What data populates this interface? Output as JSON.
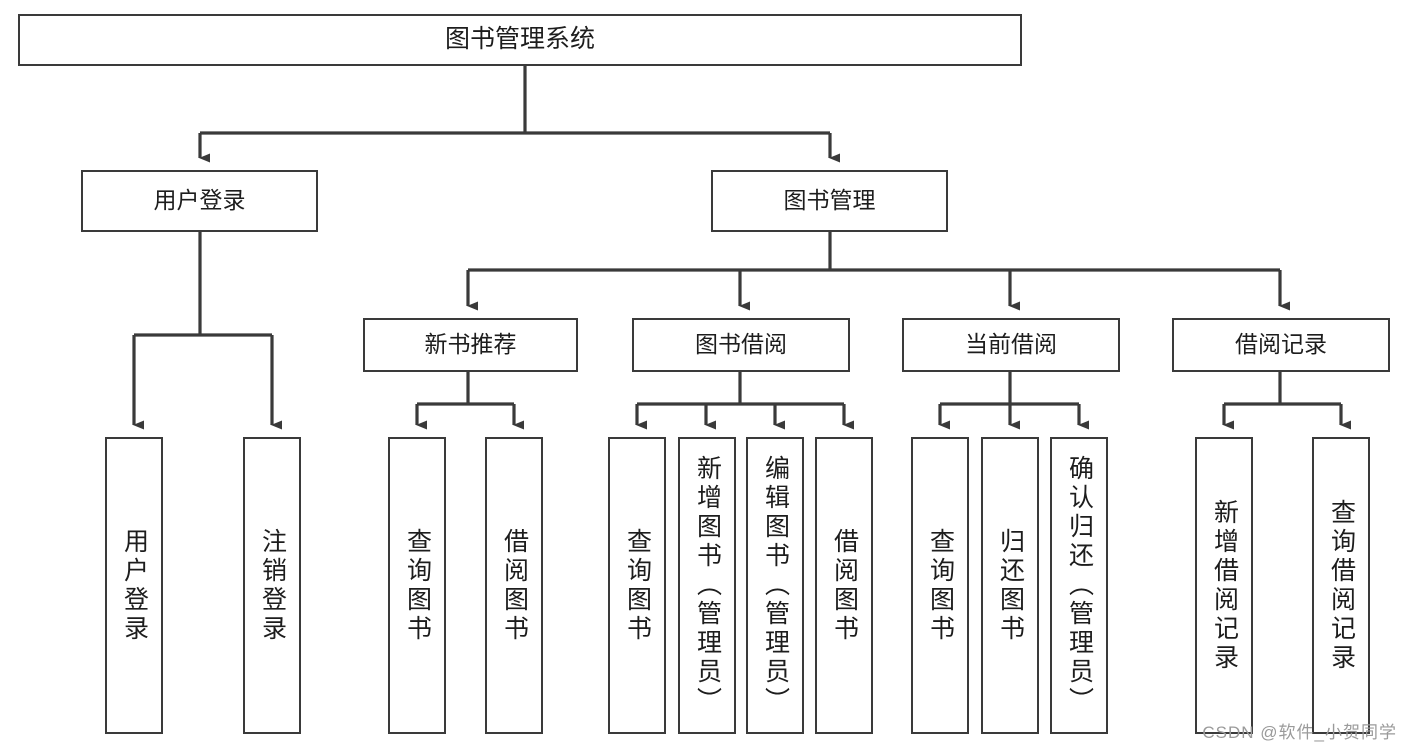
{
  "diagram": {
    "type": "tree-hierarchy",
    "title": "图书管理系统",
    "watermark": "CSDN @软件_小贺同学",
    "colors": {
      "box_border": "#3a3a3a",
      "box_fill": "#ffffff",
      "connector": "#3a3a3a",
      "text": "#1d1d1d",
      "watermark": "#9a9a9a"
    },
    "nodes": {
      "root": {
        "label": "图书管理系统"
      },
      "tier2": [
        {
          "id": "user-login",
          "label": "用户登录"
        },
        {
          "id": "book-manage",
          "label": "图书管理"
        }
      ],
      "tier3": [
        {
          "id": "new-book-recommend",
          "label": "新书推荐"
        },
        {
          "id": "book-borrow",
          "label": "图书借阅"
        },
        {
          "id": "current-borrow",
          "label": "当前借阅"
        },
        {
          "id": "borrow-record",
          "label": "借阅记录"
        }
      ],
      "leaves": {
        "user-login": [
          {
            "id": "leaf-user-login",
            "label": "用户登录"
          },
          {
            "id": "leaf-logout-login",
            "label": "注销登录"
          }
        ],
        "new-book-recommend": [
          {
            "id": "leaf-query-book-1",
            "label": "查询图书"
          },
          {
            "id": "leaf-borrow-book-1",
            "label": "借阅图书"
          }
        ],
        "book-borrow": [
          {
            "id": "leaf-query-book-2",
            "label": "查询图书"
          },
          {
            "id": "leaf-add-book-admin",
            "label": "新增图书（管理员）"
          },
          {
            "id": "leaf-edit-book-admin",
            "label": "编辑图书（管理员）"
          },
          {
            "id": "leaf-borrow-book-2",
            "label": "借阅图书"
          }
        ],
        "current-borrow": [
          {
            "id": "leaf-query-book-3",
            "label": "查询图书"
          },
          {
            "id": "leaf-return-book",
            "label": "归还图书"
          },
          {
            "id": "leaf-confirm-return-admin",
            "label": "确认归还（管理员）"
          }
        ],
        "borrow-record": [
          {
            "id": "leaf-add-borrow-record",
            "label": "新增借阅记录"
          },
          {
            "id": "leaf-query-borrow-record",
            "label": "查询借阅记录"
          }
        ]
      }
    }
  }
}
